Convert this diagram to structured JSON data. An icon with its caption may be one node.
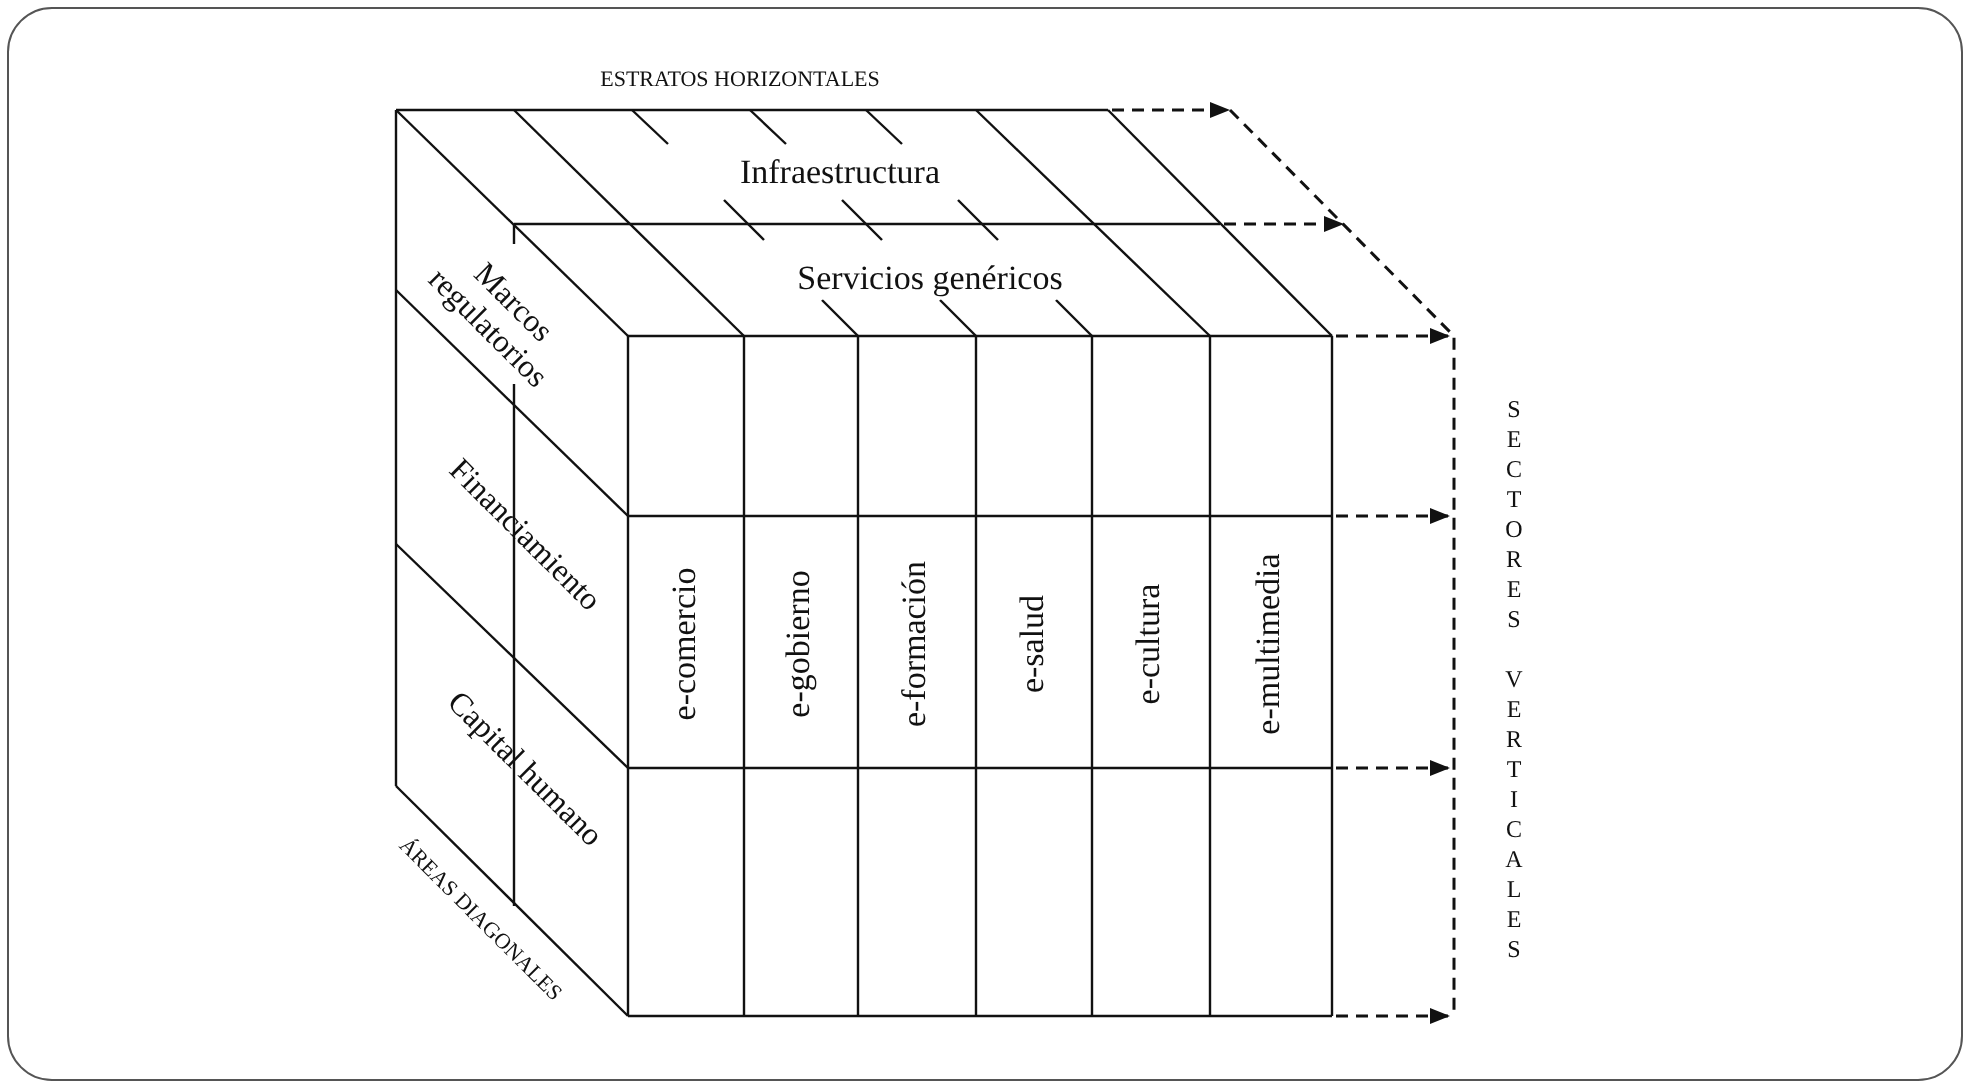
{
  "diagram": {
    "labels": [
      "ESTRATOS HORIZONTALES",
      "Infraestructura",
      "Marcos regulatorios",
      "Servicios genéricos",
      "Financiamiento",
      "e-comercio",
      "e-gobierno",
      "e-formación",
      "e-salud",
      "e-cultura",
      "e-multimedia",
      "SECTORES VERTICALES",
      "Capital humano",
      "ÁREAS DIAGONALES"
    ]
  }
}
